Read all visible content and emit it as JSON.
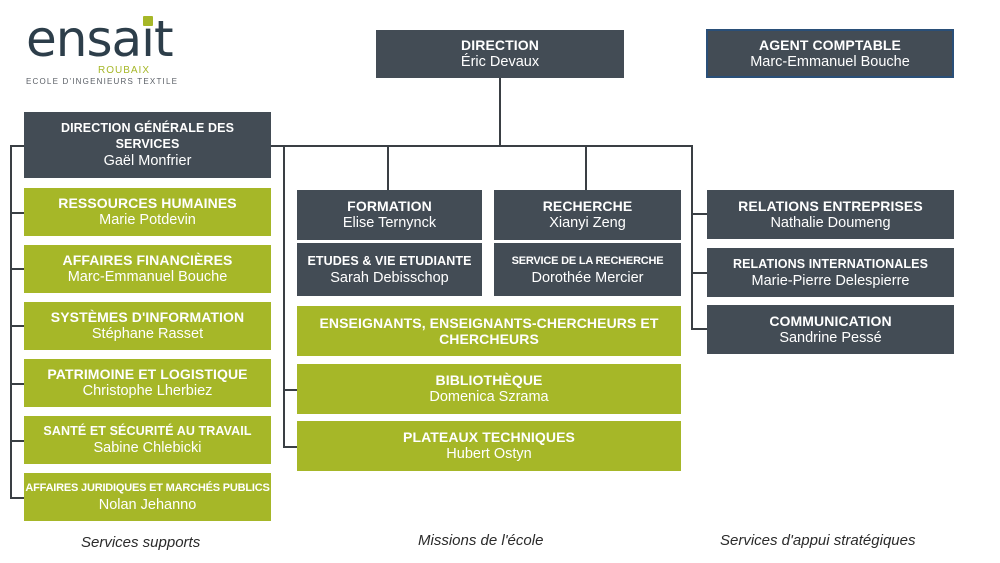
{
  "logo": {
    "word": "ensait",
    "city": "ROUBAIX",
    "subtitle": "ECOLE D'INGENIEURS TEXTILE"
  },
  "direction": {
    "title": "DIRECTION",
    "name": "Éric Devaux"
  },
  "agent_comptable": {
    "title": "AGENT COMPTABLE",
    "name": "Marc-Emmanuel Bouche"
  },
  "dgs": {
    "title": "DIRECTION GÉNÉRALE DES SERVICES",
    "name": "Gaël Monfrier"
  },
  "services_supports": [
    {
      "title": "RESSOURCES HUMAINES",
      "name": "Marie Potdevin"
    },
    {
      "title": "AFFAIRES FINANCIÈRES",
      "name": "Marc-Emmanuel Bouche"
    },
    {
      "title": "SYSTÈMES D'INFORMATION",
      "name": "Stéphane Rasset"
    },
    {
      "title": "PATRIMOINE ET LOGISTIQUE",
      "name": "Christophe Lherbiez"
    },
    {
      "title": "SANTÉ ET SÉCURITÉ AU TRAVAIL",
      "name": "Sabine Chlebicki"
    },
    {
      "title": "AFFAIRES JURIDIQUES ET MARCHÉS PUBLICS",
      "name": "Nolan Jehanno"
    }
  ],
  "formation": {
    "title": "FORMATION",
    "name": "Elise Ternynck"
  },
  "etudes": {
    "title": "ETUDES & VIE ETUDIANTE",
    "name": "Sarah Debisschop"
  },
  "recherche": {
    "title": "RECHERCHE",
    "name": "Xianyi Zeng"
  },
  "service_recherche": {
    "title": "SERVICE DE LA RECHERCHE",
    "name": "Dorothée Mercier"
  },
  "enseignants": {
    "title": "ENSEIGNANTS, ENSEIGNANTS-CHERCHEURS ET CHERCHEURS"
  },
  "bibliotheque": {
    "title": "BIBLIOTHÈQUE",
    "name": "Domenica Szrama"
  },
  "plateaux": {
    "title": "PLATEAUX TECHNIQUES",
    "name": "Hubert Ostyn"
  },
  "appui": [
    {
      "title": "RELATIONS ENTREPRISES",
      "name": "Nathalie Doumeng"
    },
    {
      "title": "RELATIONS INTERNATIONALES",
      "name": "Marie-Pierre Delespierre"
    },
    {
      "title": "COMMUNICATION",
      "name": "Sandrine Pessé"
    }
  ],
  "footers": {
    "left": "Services supports",
    "center": "Missions de l'école",
    "right": "Services d'appui stratégiques"
  },
  "colors": {
    "dark": "#434c55",
    "green": "#a6b728",
    "logo": "#2d3e4a"
  }
}
